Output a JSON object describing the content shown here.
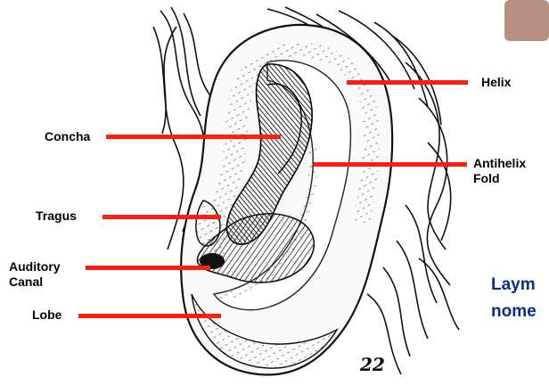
{
  "diagram": {
    "labels": {
      "helix": "Helix",
      "concha": "Concha",
      "antihelix_line1": "Antihelix",
      "antihelix_line2": "Fold",
      "tragus": "Tragus",
      "auditory_line1": "Auditory",
      "auditory_line2": "Canal",
      "lobe": "Lobe"
    },
    "plate_number": "22",
    "partial_title_line1": "Laym",
    "partial_title_line2": "nome",
    "colors": {
      "pointer": "#ff1e0f",
      "title_text": "#0a2f8a",
      "ink": "#111111",
      "thumbnail": "#b58f7f"
    }
  }
}
